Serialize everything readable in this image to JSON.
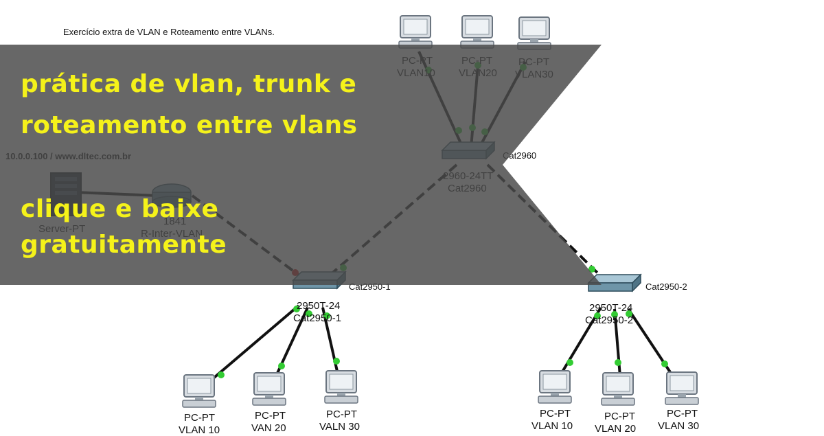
{
  "exercise_title": "Exercício extra de VLAN e Roteamento entre VLANs.",
  "server_ip": "10.0.0.100 / www.dltec.com.br",
  "server": {
    "type": "Server-PT"
  },
  "router": {
    "model": "1841",
    "name": "R-Inter-VLAN"
  },
  "switches": {
    "core": {
      "model": "2960-24TT",
      "name": "Cat2960",
      "tag": "Cat2960"
    },
    "left": {
      "model": "2950T-24",
      "name": "Cat2950-1",
      "tag": "Cat2950-1"
    },
    "right": {
      "model": "2950T-24",
      "name": "Cat2950-2",
      "tag": "Cat2950-2"
    }
  },
  "top_pcs": [
    {
      "type": "PC-PT",
      "vlan": "VLAN10"
    },
    {
      "type": "PC-PT",
      "vlan": "VLAN20"
    },
    {
      "type": "PC-PT",
      "vlan": "VLAN30"
    }
  ],
  "left_pcs": [
    {
      "type": "PC-PT",
      "vlan": "VLAN 10"
    },
    {
      "type": "PC-PT",
      "vlan": "VAN 20"
    },
    {
      "type": "PC-PT",
      "vlan": "VALN 30"
    }
  ],
  "right_pcs": [
    {
      "type": "PC-PT",
      "vlan": "VLAN  10"
    },
    {
      "type": "PC-PT",
      "vlan": "VLAN  20"
    },
    {
      "type": "PC-PT",
      "vlan": "VLAN  30"
    }
  ],
  "banner": {
    "headline_line1": "Prática de VLAN, Trunk e",
    "headline_line2": "Roteamento entre VLANs",
    "cta_line1": "Clique e baixe",
    "cta_line2": "gratuitamente"
  },
  "colors": {
    "overlay": "#5a5a5a",
    "headline": "#f5f21a",
    "link_up": "#33cc33",
    "link_down": "#cc1111",
    "cable": "#111111"
  }
}
